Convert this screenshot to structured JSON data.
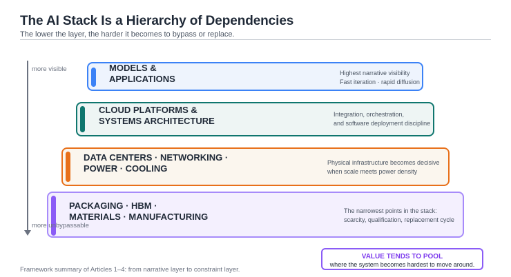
{
  "header": {
    "title": "The AI Stack Is a Hierarchy of Dependencies",
    "subtitle": "The lower the layer, the harder it becomes to bypass or replace."
  },
  "axis": {
    "top_label": "more visible",
    "bottom_label": "more unbypassable"
  },
  "layers": [
    {
      "name": "MODELS &\nAPPLICATIONS",
      "description": "Highest narrative visibility\nFast iteration · rapid diffusion",
      "color": "#3b82f6"
    },
    {
      "name": "CLOUD PLATFORMS &\nSYSTEMS ARCHITECTURE",
      "description": "Integration, orchestration,\nand software deployment discipline",
      "color": "#0f766e"
    },
    {
      "name": "DATA CENTERS · NETWORKING ·\nPOWER · COOLING",
      "description": "Physical infrastructure becomes decisive\nwhen scale meets power density",
      "color": "#e8701a"
    },
    {
      "name": "PACKAGING · HBM ·\nMATERIALS · MANUFACTURING",
      "description": "The narrowest points in the stack:\nscarcity, qualification, replacement cycle",
      "color": "#8b5cf6"
    }
  ],
  "value_box": {
    "title": "Value tends to pool",
    "subtitle": "where the system becomes hardest to move around."
  },
  "footnote": "Framework summary of Articles 1–4: from narrative layer to constraint layer."
}
